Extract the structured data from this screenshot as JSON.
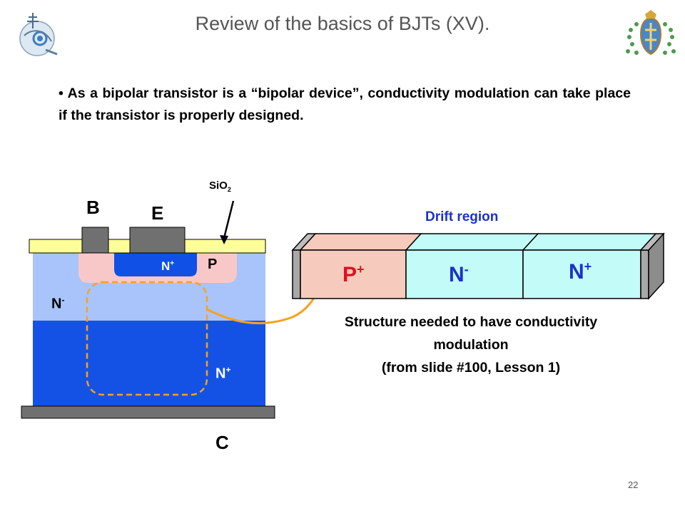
{
  "slide": {
    "title": "Review of the basics of BJTs (XV).",
    "bullet_text": "As a bipolar transistor is a “bipolar device”, conductivity modulation can take place if the transistor is properly designed.",
    "page_number": "22"
  },
  "transistor": {
    "base_label": "B",
    "emitter_label": "E",
    "collector_label": "C",
    "oxide_label": "SiO",
    "oxide_sub": "2",
    "emitter_doping": "N",
    "emitter_doping_sup": "+",
    "base_doping": "P",
    "drift_doping": "N",
    "drift_doping_sup": "-",
    "substrate_doping": "N",
    "substrate_doping_sup": "+"
  },
  "structure": {
    "heading": "Drift region",
    "p_region": "P",
    "p_region_sup": "+",
    "n_minus_region": "N",
    "n_minus_sup": "-",
    "n_plus_region": "N",
    "n_plus_sup": "+",
    "caption_line1": "Structure needed to have conductivity",
    "caption_line2": "modulation",
    "caption_line3": "(from slide #100, Lesson 1)"
  },
  "colors": {
    "oxide": "#ffff99",
    "n_minus": "#a9c4fb",
    "n_plus_substrate": "#1452e6",
    "emitter_n_plus": "#1050e6",
    "base_p": "#f8c8c8",
    "contact": "#707070",
    "p_plus_block": "#f6cbbd",
    "n_block": "#c2fbf7",
    "arrow": "#f6a21b",
    "drift_heading": "#1b32c8"
  }
}
